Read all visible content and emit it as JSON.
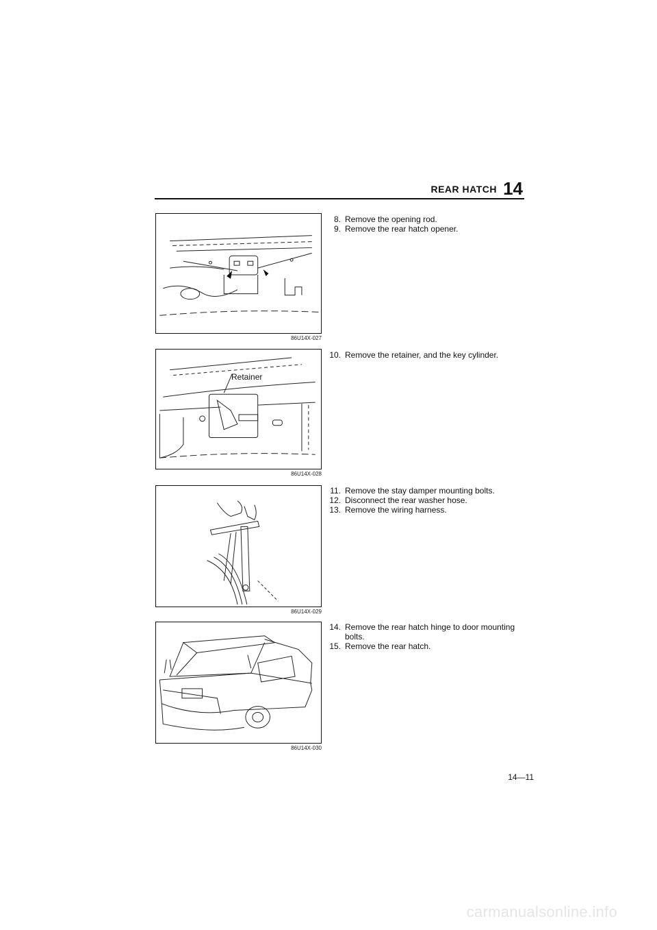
{
  "header": {
    "title": "REAR HATCH",
    "section": "14"
  },
  "figures": [
    {
      "code": "86U14X-027"
    },
    {
      "code": "86U14X-028",
      "label": "Retainer"
    },
    {
      "code": "86U14X-029"
    },
    {
      "code": "86U14X-030"
    }
  ],
  "steps": {
    "s8": {
      "num": "8.",
      "text": "Remove the opening rod."
    },
    "s9": {
      "num": "9.",
      "text": "Remove the rear hatch opener."
    },
    "s10": {
      "num": "10.",
      "text": "Remove the retainer, and the key cylinder."
    },
    "s11": {
      "num": "11.",
      "text": "Remove the stay damper mounting bolts."
    },
    "s12": {
      "num": "12.",
      "text": "Disconnect the rear washer hose."
    },
    "s13": {
      "num": "13.",
      "text": "Remove the wiring harness."
    },
    "s14": {
      "num": "14.",
      "text": "Remove the rear hatch hinge to door mounting bolts."
    },
    "s15": {
      "num": "15.",
      "text": "Remove the rear hatch."
    }
  },
  "page_number": "14—11",
  "watermark": "carmanualsonline.info"
}
